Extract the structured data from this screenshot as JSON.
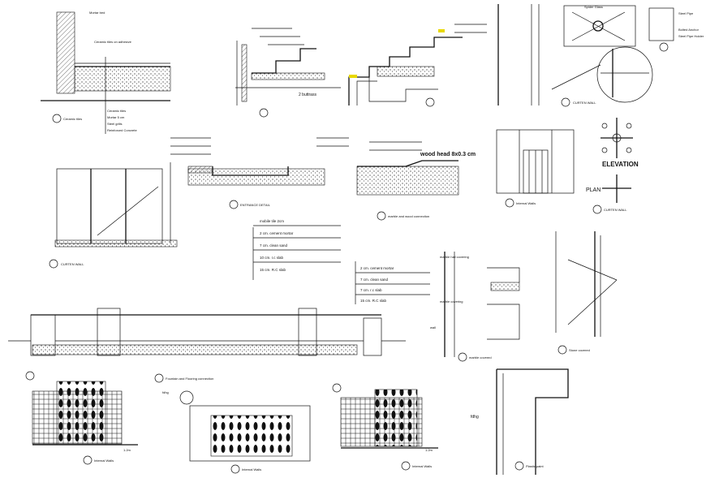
{
  "colors": {
    "ink": "#111111",
    "marker_red": "#dd1111",
    "accent_yellow": "#e8d800"
  },
  "detail_floor": {
    "notes": [
      "Mortar bed",
      "Ceramic tiles on adhesive"
    ],
    "legend": [
      "Ceramic tiles",
      "Mortar 5 cm",
      "Steel grills",
      "Reinforced Concrete"
    ],
    "title": "Ceramic tiles"
  },
  "detail_step": {
    "note": "2 buttrass"
  },
  "curtain_wall_top": {
    "title": "CURTEN WALL",
    "callouts": [
      "Spider Glass",
      "Steel Pipe",
      "Bolted Anchor",
      "Steel Pipe Holder"
    ]
  },
  "curtain_wall_left": {
    "title": "CURTEN WALL"
  },
  "entrance": {
    "title": "ENTRANCE DETAIL"
  },
  "marble_wood": {
    "title": "marble and wood connection",
    "wood_label": "wood head 8x0.3 cm"
  },
  "internal_wall_top": {
    "title": "Internal Walls"
  },
  "elevation": {
    "elevation_label": "ELEVATION",
    "plan_label": "PLAN",
    "title": "CURTEN WALL"
  },
  "layers_a": [
    "mobile tile 2cm",
    "2 cm. cement mortar",
    "7 cm. clean sand",
    "10 cm. r.c slab",
    "15 cm. R.C slab"
  ],
  "layers_b": [
    "2 cm. cement mortar",
    "7 cm. clean sand",
    "7 cm. r.c slab",
    "15 cm. R.C slab"
  ],
  "fountain": {
    "title": "Fountain and Flooring connection"
  },
  "marble_cov": {
    "title": "marble covered",
    "note_top": "marble hall covering",
    "note_mid": "marble covering",
    "note_low": "wall"
  },
  "stone_cov": {
    "title": "Stone covered"
  },
  "internal_walls": [
    {
      "title": "Internal Walls"
    },
    {
      "title": "Internal Walls"
    },
    {
      "title": "Internal Walls"
    }
  ],
  "plastic_paint": {
    "title": "Plastic paint",
    "side_note": "fdhg"
  },
  "dim_notes": {
    "left_dim": "1.2m",
    "mid_dim": "fdhg",
    "right_dim": "1.2m"
  }
}
